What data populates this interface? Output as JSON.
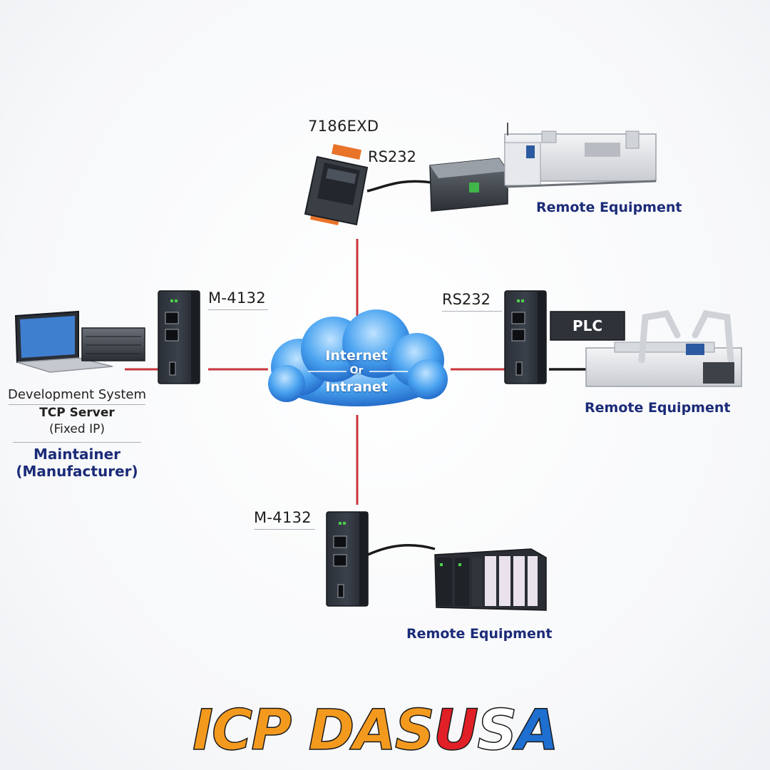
{
  "nodes": {
    "top": {
      "device": "7186EXD",
      "link": "RS232",
      "caption": "Remote Equipment"
    },
    "left": {
      "device": "M-4132",
      "system": "Development System",
      "server": "TCP Server",
      "ip": "(Fixed IP)",
      "role": "Maintainer",
      "role_sub": "(Manufacturer)"
    },
    "right": {
      "link": "RS232",
      "plc": "PLC",
      "caption": "Remote Equipment"
    },
    "bottom": {
      "device": "M-4132",
      "caption": "Remote Equipment"
    }
  },
  "cloud": {
    "line1": "Internet",
    "line2": "Or",
    "line3": "Intranet"
  },
  "logo": {
    "part1": "ICP DAS",
    "u": "U",
    "s": "S",
    "a": "A"
  },
  "colors": {
    "link_red": "#c8353b",
    "caption_blue": "#1b2b78",
    "logo_orange": "#f39a1e",
    "logo_red": "#e11f26",
    "logo_blue": "#1e6fd0"
  },
  "icons": [
    "laptop-icon",
    "server-icon",
    "gateway-icon",
    "cloud-icon",
    "controller-icon",
    "machine-icon",
    "robot-icon",
    "plc-rack-icon"
  ]
}
